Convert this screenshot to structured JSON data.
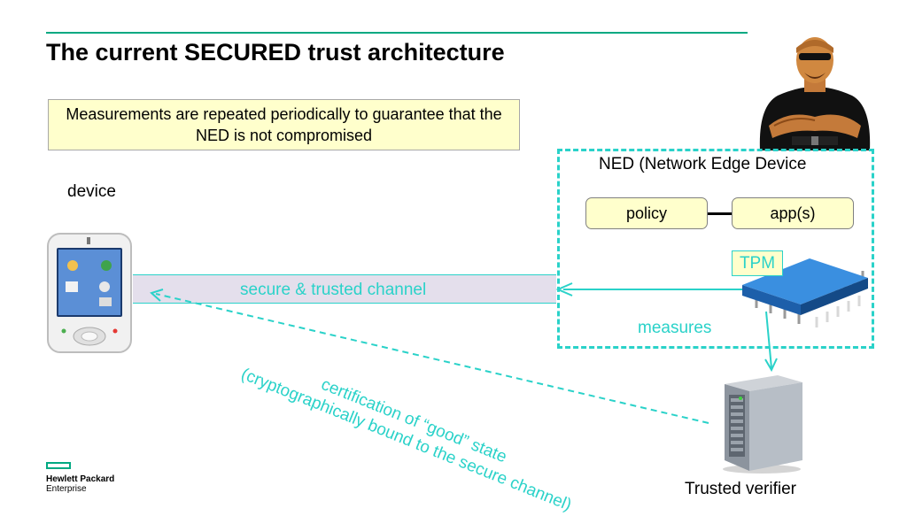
{
  "slide": {
    "title": "The current SECURED trust architecture",
    "note": "Measurements are repeated periodically to guarantee that the NED is not compromised"
  },
  "device": {
    "label": "device"
  },
  "channel": {
    "label": "secure & trusted channel"
  },
  "ned": {
    "label": "NED (Network Edge Device",
    "policy_label": "policy",
    "apps_label": "app(s)",
    "tpm_label": "TPM"
  },
  "measures_label": "measures",
  "certification": {
    "line1": "certification of “good” state",
    "line2": "(cryptographically bound to the secure channel)"
  },
  "verifier": {
    "label": "Trusted verifier"
  },
  "logo": {
    "line1": "Hewlett Packard",
    "line2": "Enterprise"
  },
  "colors": {
    "accent": "#2ad2c9",
    "brand": "#01a982",
    "note_fill": "#ffffcc",
    "channel_fill": "#e4dfec"
  },
  "icons": [
    "smartphone-icon",
    "bouncer-icon",
    "chip-icon",
    "server-icon"
  ]
}
